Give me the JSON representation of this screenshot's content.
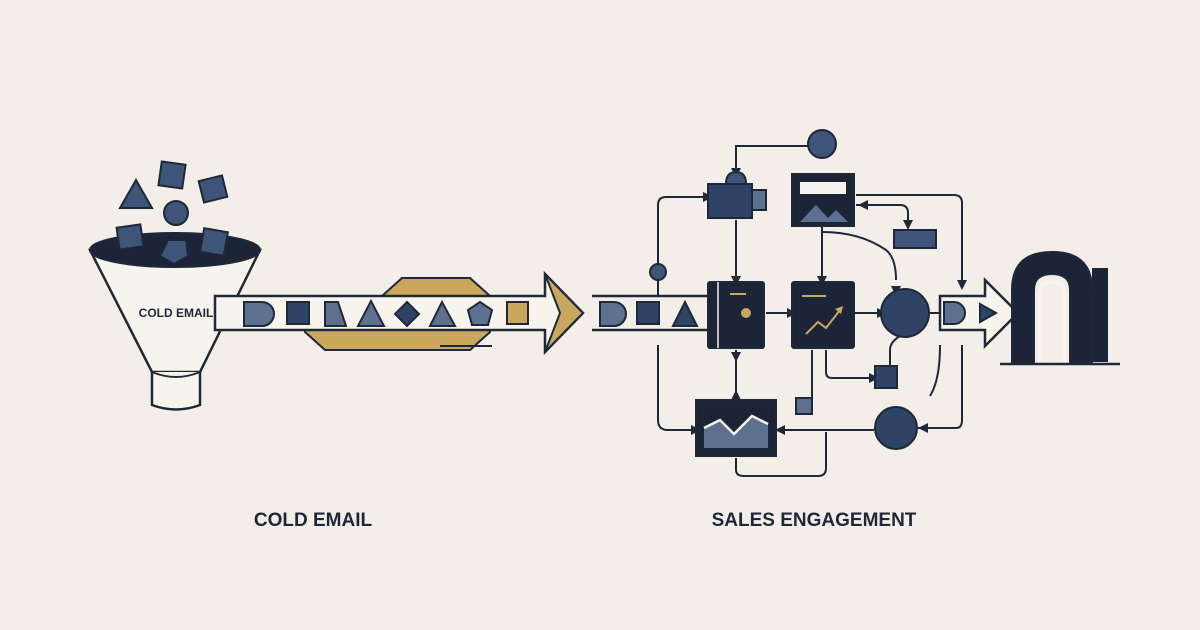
{
  "funnel": {
    "label": "COLD EMAIL"
  },
  "captions": {
    "left": "COLD EMAIL",
    "right": "SALES ENGAGEMENT"
  },
  "colors": {
    "navy": "#1c2538",
    "slate": "#3e5478",
    "slate_light": "#5e7090",
    "gold": "#c9a85e",
    "line": "#1f2838",
    "background": "#f3efe8",
    "panel_white": "#f7f4ee"
  },
  "icons": [
    "funnel-icon",
    "arrow-icon",
    "gear-stack-icon",
    "portal-arch-icon",
    "trend-chart-icon",
    "area-chart-icon"
  ]
}
